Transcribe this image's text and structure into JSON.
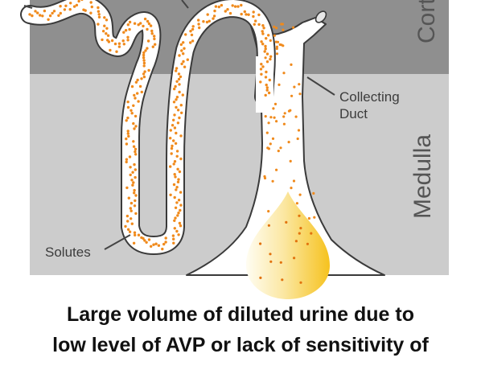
{
  "diagram": {
    "regions": {
      "cortex_label": "Cortex",
      "medulla_label": "Medulla"
    },
    "annotations": {
      "collecting_duct_line1": "Collecting",
      "collecting_duct_line2": "Duct",
      "solutes": "Solutes"
    },
    "caption": {
      "line1": "Large volume of diluted urine due to",
      "line2": "low level of AVP or lack of sensitivity of"
    },
    "colors": {
      "cortex": "#8f8f8f",
      "medulla": "#cccccc",
      "tubule_fill": "#ffffff",
      "tubule_outline": "#3a3a3a",
      "solute_dots": "#f08a1c",
      "urine_drop": "#f6c21e"
    }
  }
}
